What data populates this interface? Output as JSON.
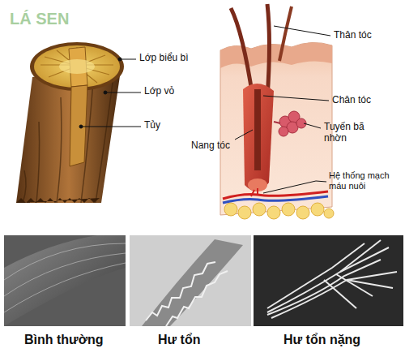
{
  "diagram": {
    "labels": [
      "LÁ SEN",
      "Lớp biểu bì",
      "Lớp vỏ",
      "Tủy",
      "Thân tóc",
      "Chân tóc",
      "Nang tóc",
      "Tuyến bã nhờn",
      "Hệ thống mạch máu nuôi",
      "Bình thường",
      "Hư tổn",
      "Hư tổn nặng"
    ]
  }
}
